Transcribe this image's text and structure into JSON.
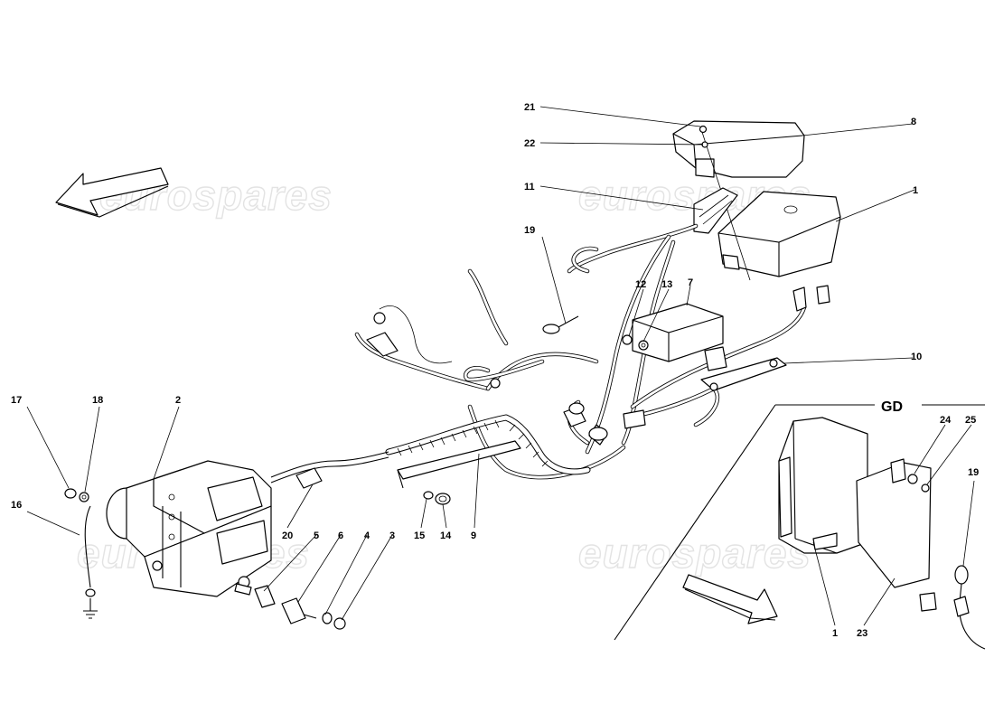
{
  "watermarks": [
    "eurospares",
    "eurospares",
    "eurospares",
    "eurospares"
  ],
  "detail_title": "GD",
  "callouts": [
    {
      "id": "c21",
      "text": "21"
    },
    {
      "id": "c22",
      "text": "22"
    },
    {
      "id": "c8",
      "text": "8"
    },
    {
      "id": "c11",
      "text": "11"
    },
    {
      "id": "c1a",
      "text": "1"
    },
    {
      "id": "c19a",
      "text": "19"
    },
    {
      "id": "c12",
      "text": "12"
    },
    {
      "id": "c13",
      "text": "13"
    },
    {
      "id": "c7",
      "text": "7"
    },
    {
      "id": "c10",
      "text": "10"
    },
    {
      "id": "c17",
      "text": "17"
    },
    {
      "id": "c18",
      "text": "18"
    },
    {
      "id": "c2",
      "text": "2"
    },
    {
      "id": "c16",
      "text": "16"
    },
    {
      "id": "c20",
      "text": "20"
    },
    {
      "id": "c5",
      "text": "5"
    },
    {
      "id": "c6",
      "text": "6"
    },
    {
      "id": "c4",
      "text": "4"
    },
    {
      "id": "c3",
      "text": "3"
    },
    {
      "id": "c15",
      "text": "15"
    },
    {
      "id": "c14",
      "text": "14"
    },
    {
      "id": "c9",
      "text": "9"
    },
    {
      "id": "c24",
      "text": "24"
    },
    {
      "id": "c25",
      "text": "25"
    },
    {
      "id": "c19b",
      "text": "19"
    },
    {
      "id": "c1b",
      "text": "1"
    },
    {
      "id": "c23",
      "text": "23"
    }
  ]
}
